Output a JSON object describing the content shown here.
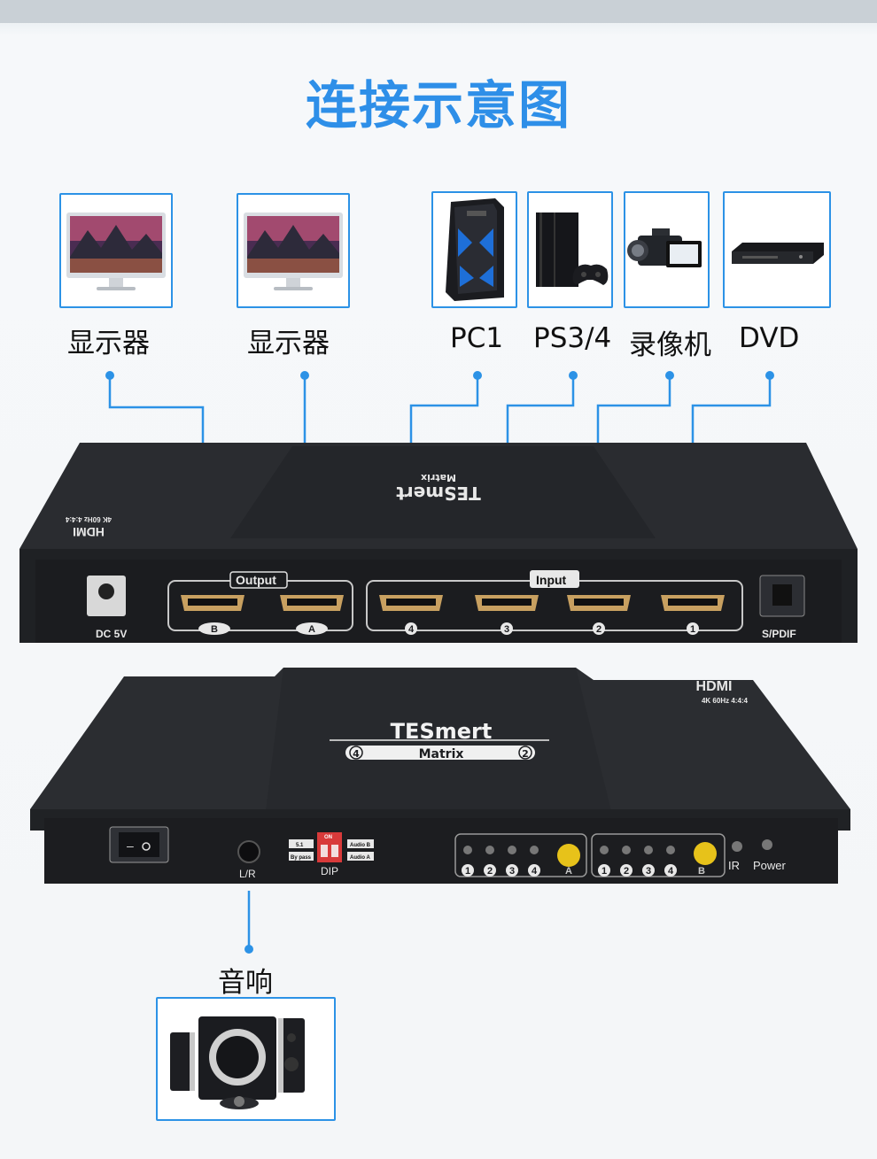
{
  "title": "连接示意图",
  "devices": {
    "monitor_b": {
      "label": "显示器",
      "icon": "monitor-icon"
    },
    "monitor_a": {
      "label": "显示器",
      "icon": "monitor-icon"
    },
    "pc": {
      "label": "PC1",
      "icon": "pc-tower-icon"
    },
    "ps": {
      "label": "PS3/4",
      "icon": "game-console-icon"
    },
    "camcorder": {
      "label": "录像机",
      "icon": "camcorder-icon"
    },
    "dvd": {
      "label": "DVD",
      "icon": "dvd-player-icon"
    },
    "speaker": {
      "label": "音响",
      "icon": "speaker-icon"
    }
  },
  "rear_panel": {
    "logo": "HDMI",
    "spec": "4K 60Hz 4:4:4",
    "brand": "TESmert",
    "model": "Matrix",
    "dc_label": "DC 5V",
    "output_label": "Output",
    "output_ports": [
      "B",
      "A"
    ],
    "input_label": "Input",
    "input_ports": [
      "4",
      "3",
      "2",
      "1"
    ],
    "spdif_label": "S/PDIF"
  },
  "front_panel": {
    "logo": "HDMI",
    "spec": "4K 60Hz 4:4:4",
    "brand": "TESmert",
    "model": "Matrix",
    "badge_left": "4",
    "badge_right": "2",
    "lr_label": "L/R",
    "dip_label": "DIP",
    "dip_on": "ON",
    "dip_51": "5.1",
    "dip_bypass": "By pass",
    "dip_audio_b": "Audio B",
    "dip_audio_a": "Audio A",
    "group_a_nums": [
      "1",
      "2",
      "3",
      "4"
    ],
    "group_a_btn": "A",
    "group_b_nums": [
      "1",
      "2",
      "3",
      "4"
    ],
    "group_b_btn": "B",
    "ir_label": "IR",
    "power_label": "Power"
  },
  "colors": {
    "accent": "#2c92e6",
    "device": "#1d1f22",
    "knob": "#e7c21a"
  }
}
